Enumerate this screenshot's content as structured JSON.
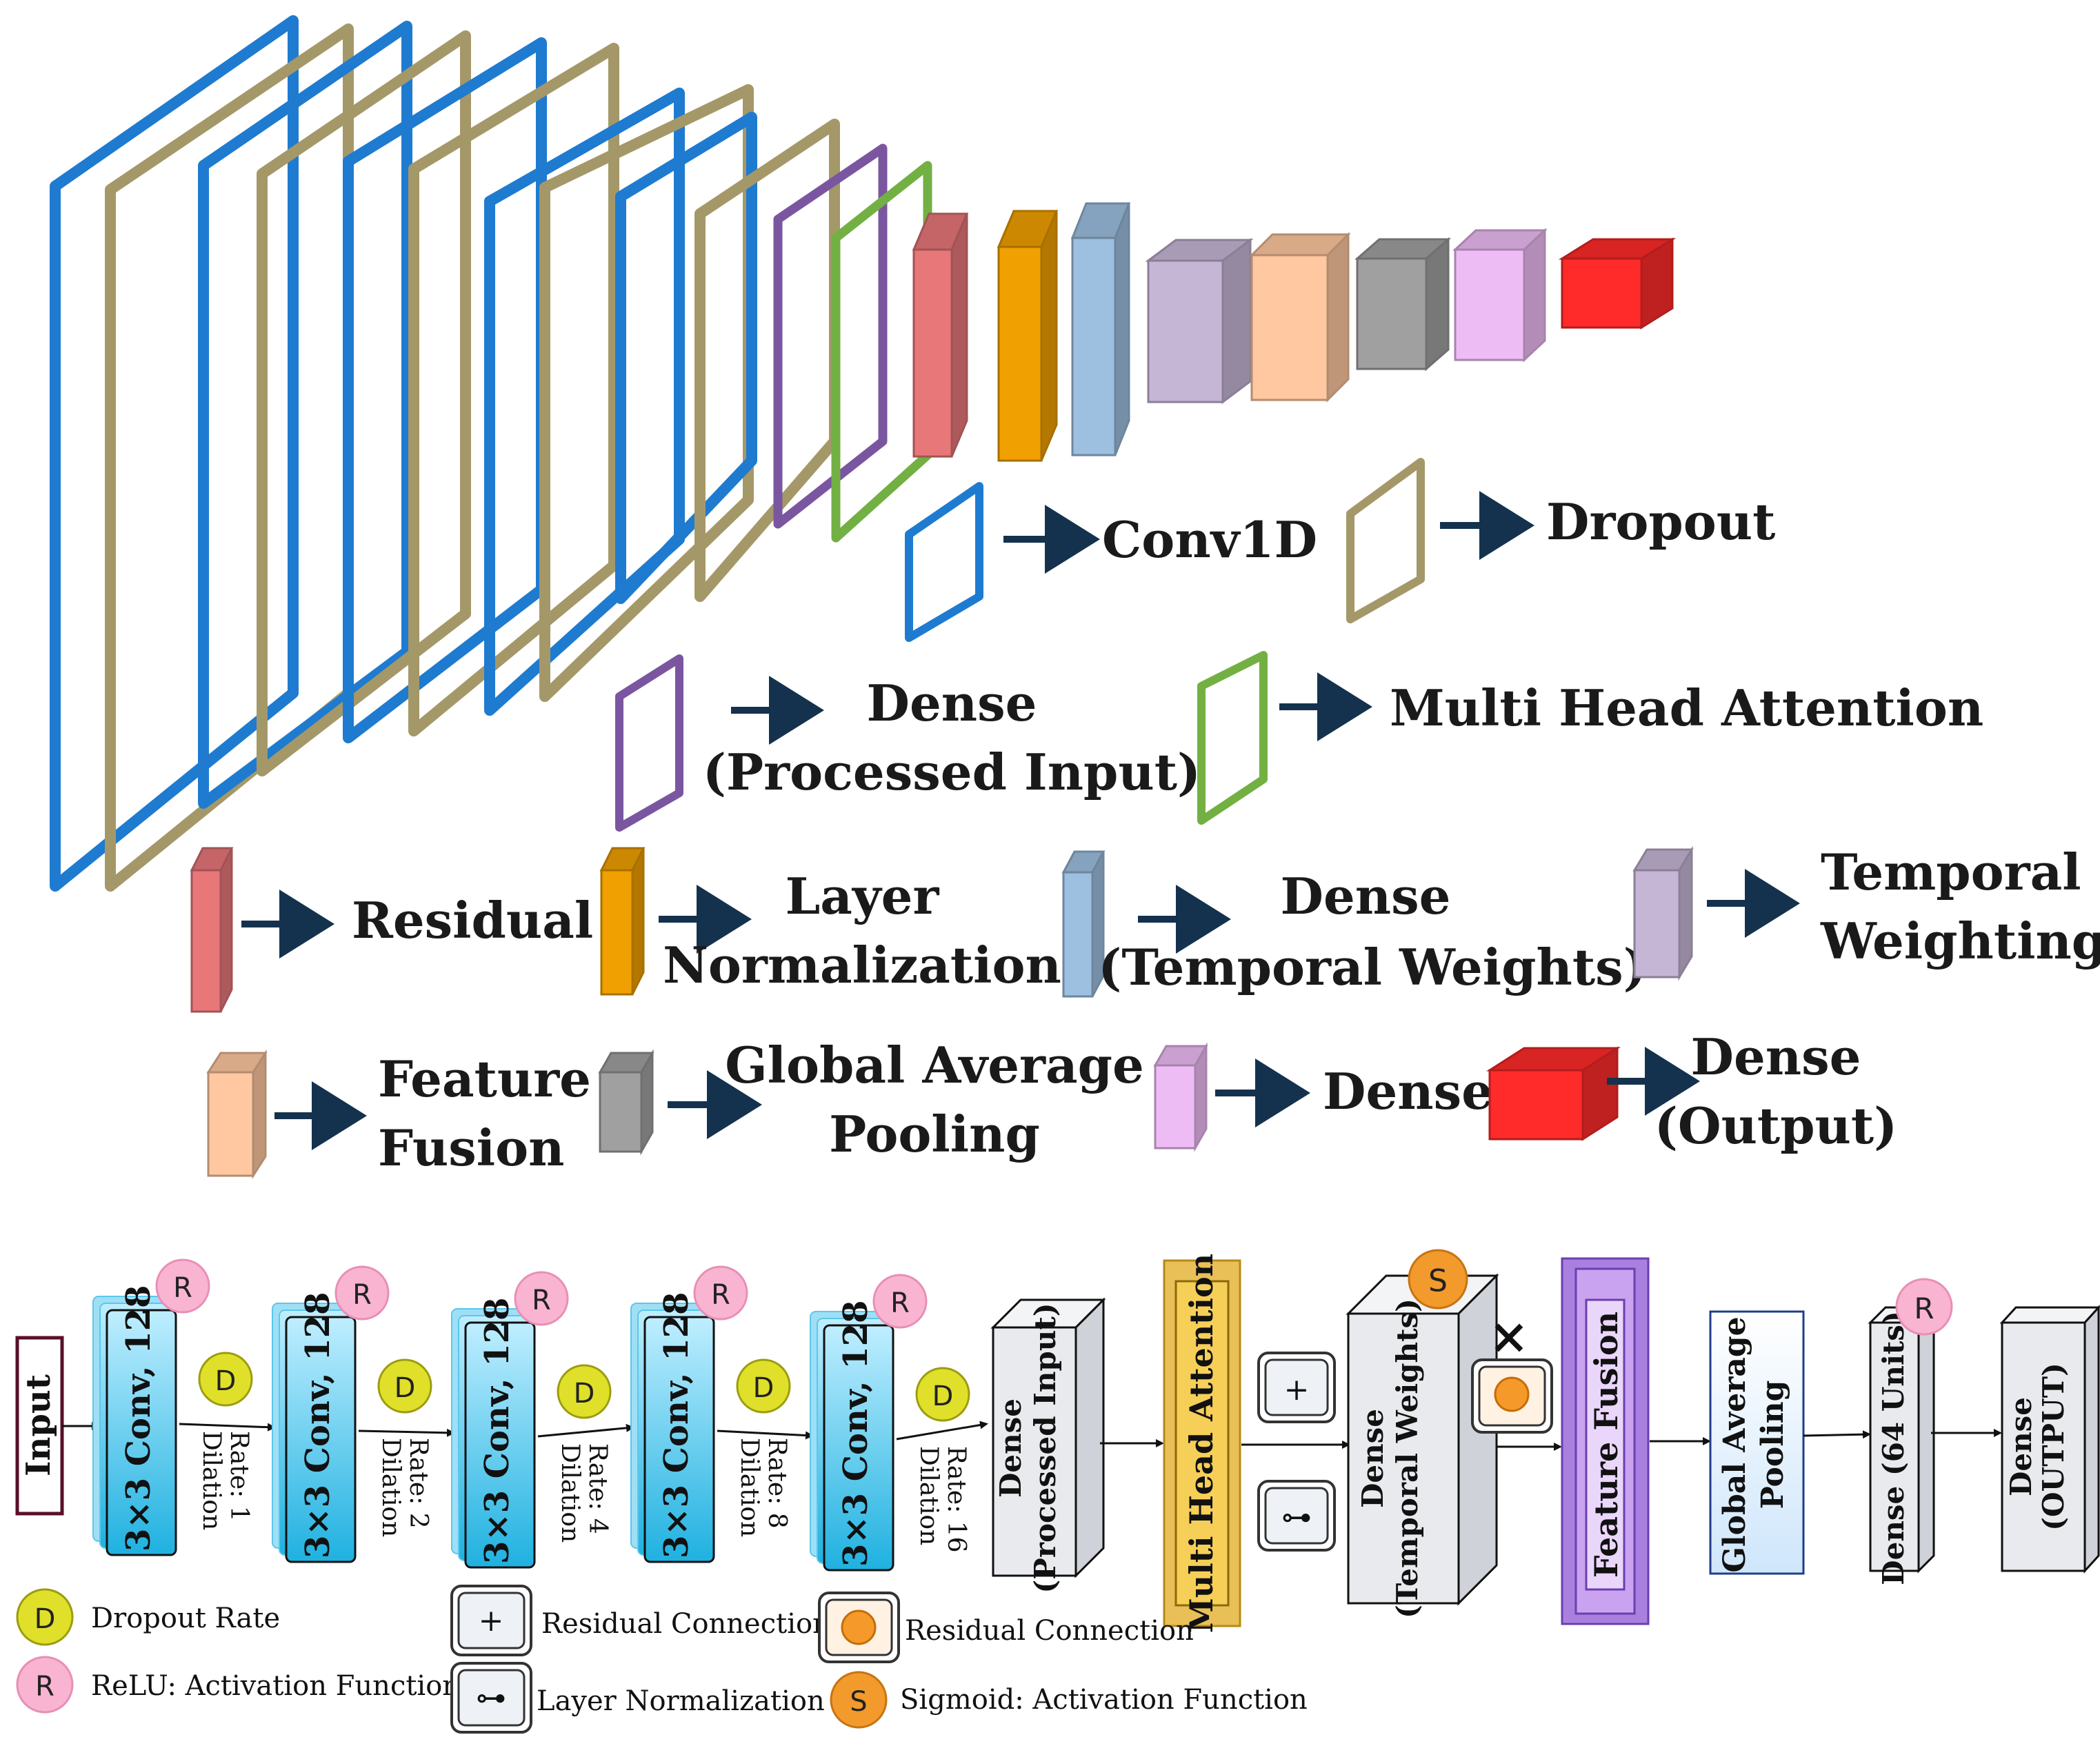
{
  "colors": {
    "conv_blue": "#1e7bd0",
    "dropout_olive": "#a59868",
    "dense_purple": "#7a56a0",
    "mha_green": "#72b043",
    "residual_red": "#e8777a",
    "layernorm_orange": "#f0a000",
    "temporal_blue": "#9dbfe0",
    "temporal_lavender": "#c6b6d6",
    "fusion_peach": "#ffc8a0",
    "gap_gray": "#a0a0a0",
    "dense_pink": "#eebcf5",
    "output_red": "#ff2a2a",
    "arrow_navy": "#14324e",
    "cyan_block": "#35bde6",
    "mha_gold": "#f6cf58",
    "fusion_violet": "#c9a3ef",
    "badge_relu": "#f9b4d2",
    "badge_dropout": "#e0e02a",
    "badge_sigmoid": "#f39a2c"
  },
  "top_legend": {
    "conv1d": "Conv1D",
    "dropout": "Dropout",
    "dense_processed": [
      "Dense",
      "(Processed Input)"
    ],
    "mha": "Multi Head Attention",
    "residual": "Residual",
    "layer_norm": [
      "Layer",
      "Normalization"
    ],
    "dense_temporal": [
      "Dense",
      "(Temporal Weights)"
    ],
    "temporal_weighting": [
      "Temporal",
      "Weighting"
    ],
    "feature_fusion": [
      "Feature",
      "Fusion"
    ],
    "gap": [
      "Global Average",
      "Pooling"
    ],
    "dense": "Dense",
    "dense_output": [
      "Dense",
      "(Output)"
    ]
  },
  "flow": {
    "input": "Input",
    "conv_blocks": [
      {
        "label": "3×3 Conv, 128",
        "dilation": [
          "Dilation",
          "Rate: 1"
        ]
      },
      {
        "label": "3×3 Conv, 128",
        "dilation": [
          "Dilation",
          "Rate: 2"
        ]
      },
      {
        "label": "3×3 Conv, 128",
        "dilation": [
          "Dilation",
          "Rate: 4"
        ]
      },
      {
        "label": "3×3 Conv, 128",
        "dilation": [
          "Dilation",
          "Rate: 8"
        ]
      },
      {
        "label": "3×3 Conv, 128",
        "dilation": [
          "Dilation",
          "Rate: 16"
        ]
      }
    ],
    "badge_r": "R",
    "badge_d": "D",
    "badge_s": "S",
    "dense_processed": [
      "Dense",
      "(Processed Input)"
    ],
    "mha": "Multi Head Attention",
    "dense_temporal": [
      "Dense",
      "(Temporal Weights)"
    ],
    "multiply": "×",
    "feature_fusion": "Feature Fusion",
    "gap": [
      "Global Average",
      "Pooling"
    ],
    "dense64": "Dense (64 Units)",
    "dense_output": [
      "Dense",
      "(OUTPUT)"
    ]
  },
  "bottom_legend": {
    "dropout_rate": "Dropout Rate",
    "relu": "ReLU: Activation Function",
    "residual_connection_1": "Residual Connection",
    "layer_normalization": "Layer Normalization",
    "residual_connection_2": "Residual Connection",
    "sigmoid": "Sigmoid: Activation Function"
  }
}
